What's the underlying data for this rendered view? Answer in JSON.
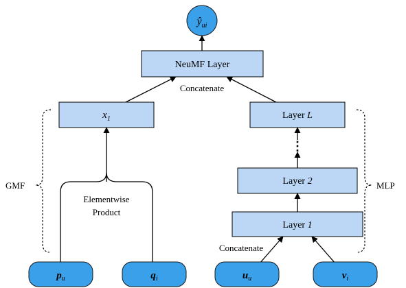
{
  "output": {
    "label": "ŷ",
    "sub": "ui"
  },
  "neumf": {
    "label": "NeuMF Layer"
  },
  "concat_top": {
    "label": "Concatenate"
  },
  "gmf_layer": {
    "label": "x",
    "sub": "1"
  },
  "mlp_top": {
    "label": "Layer ",
    "em": "L"
  },
  "mlp_mid": {
    "label": "Layer ",
    "em": "2"
  },
  "mlp_bottom": {
    "label": "Layer ",
    "em": "1"
  },
  "ellipsis": {
    "label": "⋮"
  },
  "elementwise": {
    "line1": "Elementwise",
    "line2": "Product"
  },
  "concat_bottom": {
    "label": "Concatenate"
  },
  "gmf_brace": {
    "label": "GMF"
  },
  "mlp_brace": {
    "label": "MLP"
  },
  "inputs": {
    "pu": {
      "label": "p",
      "sub": "u"
    },
    "qi": {
      "label": "q",
      "sub": "i"
    },
    "uu": {
      "label": "u",
      "sub": "u"
    },
    "vi": {
      "label": "v",
      "sub": "i"
    }
  },
  "colors": {
    "layer_fill": "#bcd7f5",
    "input_fill": "#3aa0ea"
  }
}
